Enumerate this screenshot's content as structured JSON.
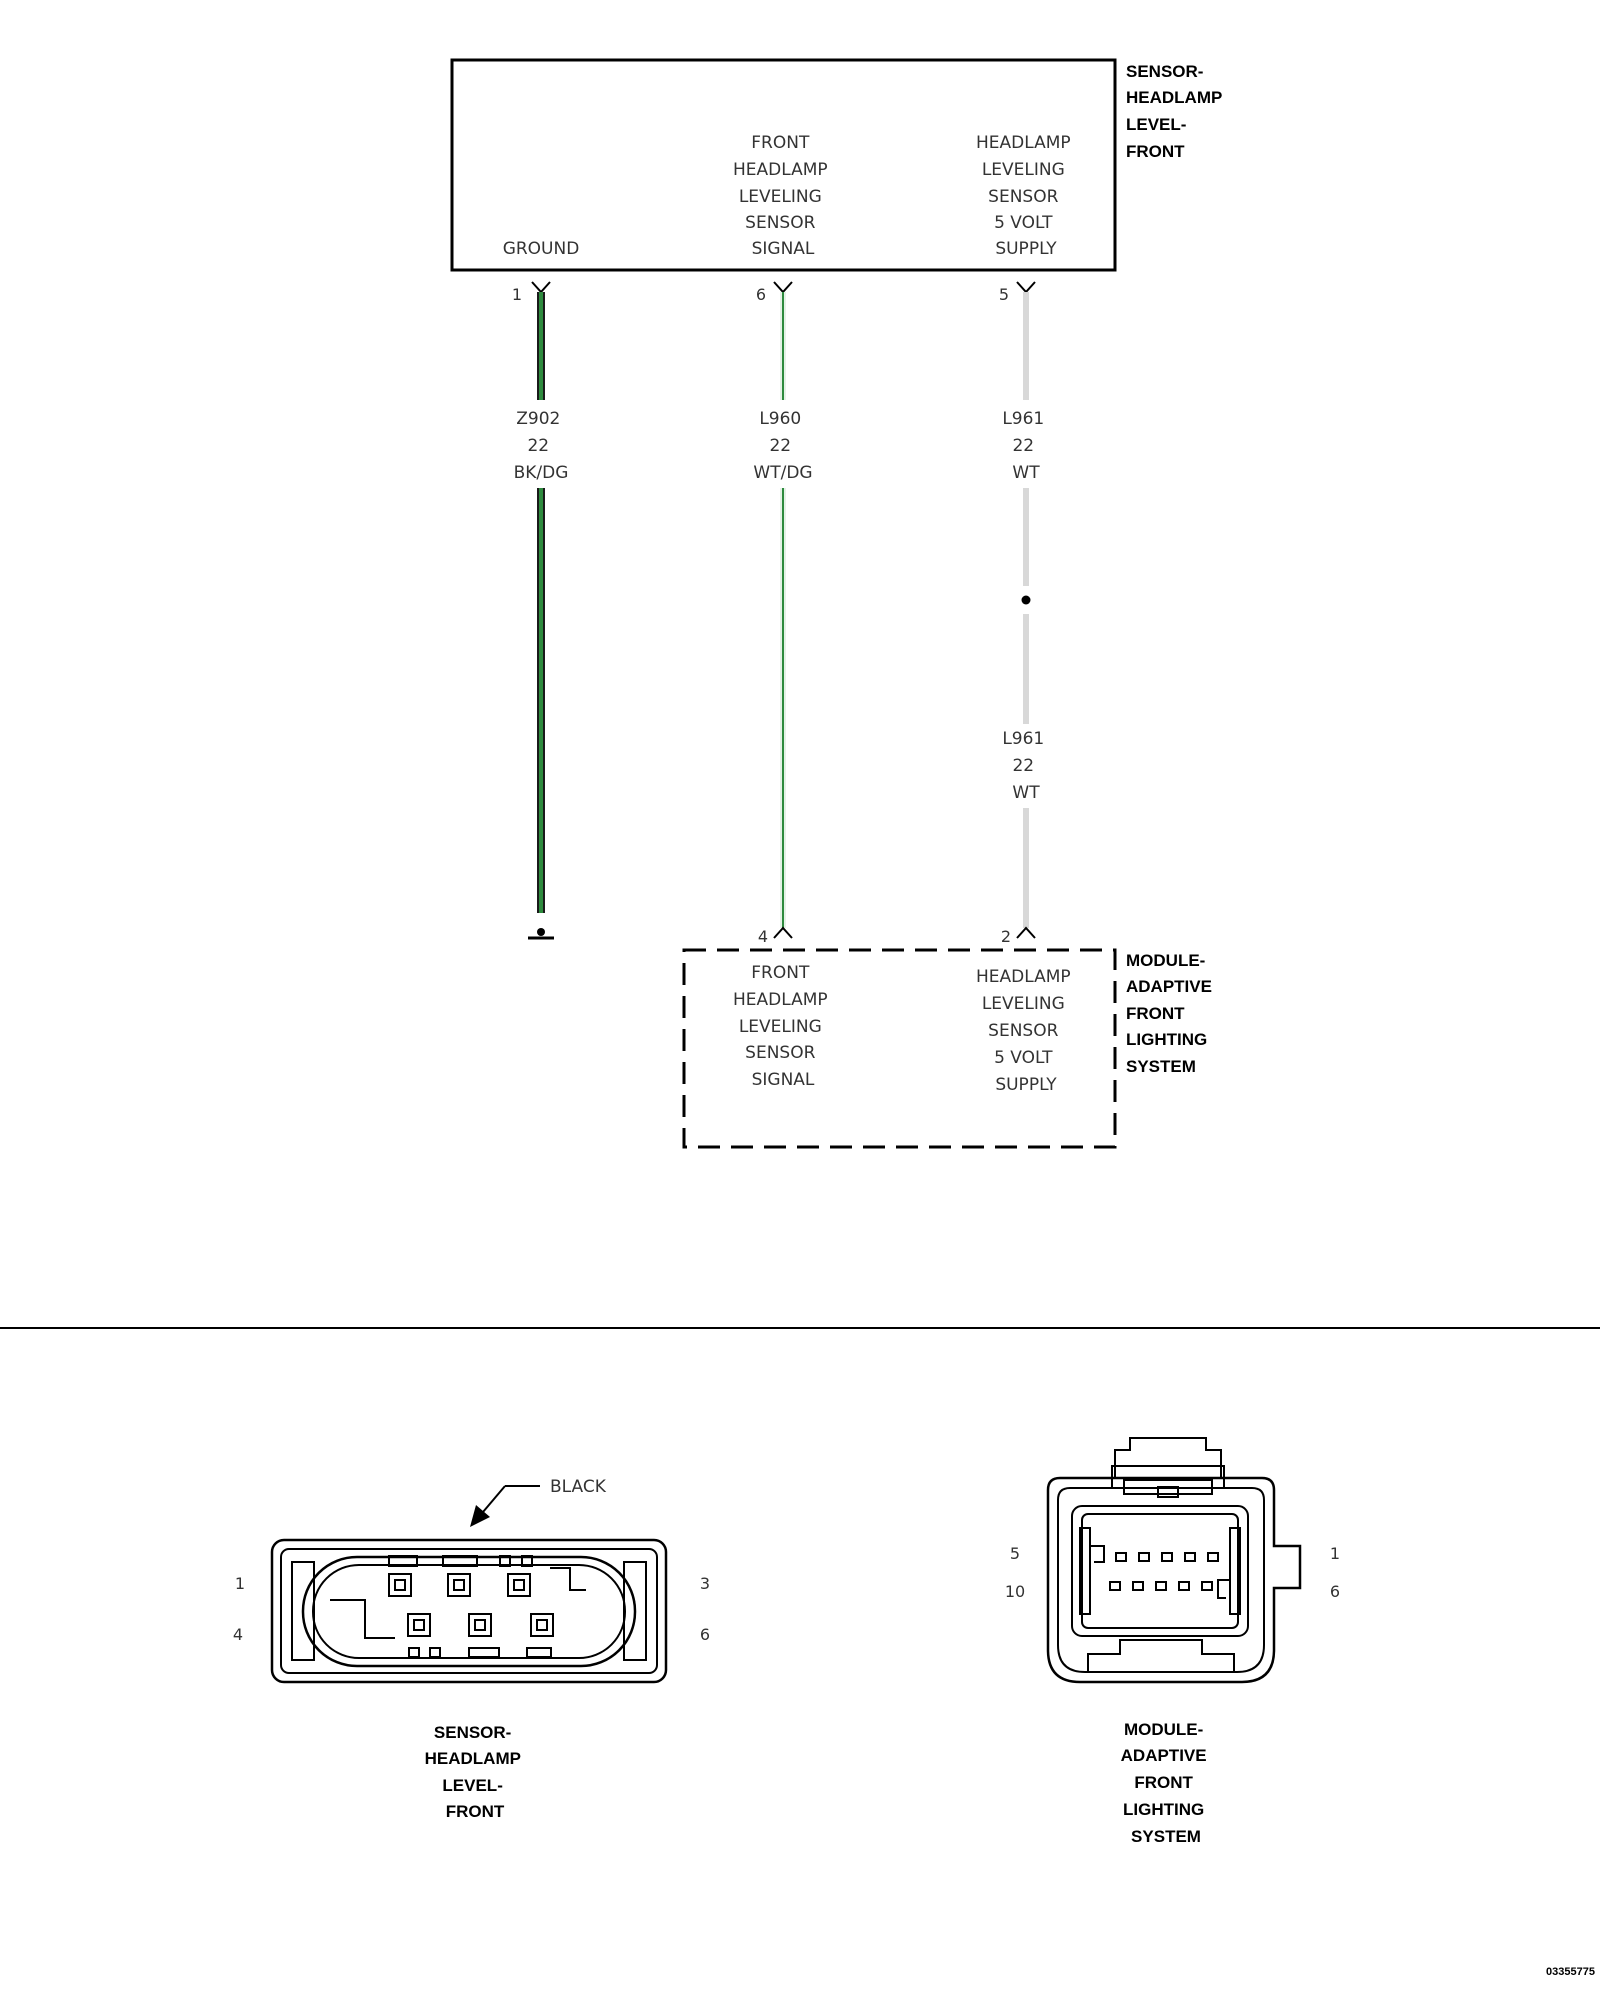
{
  "sensor": {
    "title": [
      "SENSOR-",
      "HEADLAMP",
      "LEVEL-",
      "FRONT"
    ],
    "pins": [
      {
        "number": "1",
        "label": [
          "GROUND"
        ]
      },
      {
        "number": "6",
        "label": [
          "FRONT",
          "HEADLAMP",
          "LEVELING",
          "SENSOR",
          "SIGNAL"
        ]
      },
      {
        "number": "5",
        "label": [
          "HEADLAMP",
          "LEVELING",
          "SENSOR",
          "5 VOLT",
          "SUPPLY"
        ]
      }
    ]
  },
  "wires": [
    {
      "circuit": "Z902",
      "gauge": "22",
      "color_code": "BK/DG",
      "colors": [
        "#1a1a1a",
        "#2e8b3e"
      ]
    },
    {
      "circuit": "L960",
      "gauge": "22",
      "color_code": "WT/DG",
      "colors": [
        "#ffffff",
        "#2e8b3e"
      ]
    },
    {
      "circuit": "L961",
      "gauge": "22",
      "color_code": "WT",
      "colors": [
        "#d8d8d8"
      ]
    },
    {
      "circuit": "L961",
      "gauge": "22",
      "color_code": "WT",
      "colors": [
        "#d8d8d8"
      ]
    }
  ],
  "module": {
    "title": [
      "MODULE-",
      "ADAPTIVE",
      "FRONT",
      "LIGHTING",
      "SYSTEM"
    ],
    "pins": [
      {
        "number": "4",
        "label": [
          "FRONT",
          "HEADLAMP",
          "LEVELING",
          "SENSOR",
          "SIGNAL"
        ]
      },
      {
        "number": "2",
        "label": [
          "HEADLAMP",
          "LEVELING",
          "SENSOR",
          "5 VOLT",
          "SUPPLY"
        ]
      }
    ]
  },
  "connector_views": {
    "sensor": {
      "callout": "BLACK",
      "pin_labels": [
        "1",
        "4",
        "3",
        "6"
      ],
      "title": [
        "SENSOR-",
        "HEADLAMP",
        "LEVEL-",
        "FRONT"
      ]
    },
    "module": {
      "pin_labels": [
        "5",
        "10",
        "1",
        "6"
      ],
      "title": [
        "MODULE-",
        "ADAPTIVE",
        "FRONT",
        "LIGHTING",
        "SYSTEM"
      ]
    }
  },
  "figure_code": "03355775"
}
